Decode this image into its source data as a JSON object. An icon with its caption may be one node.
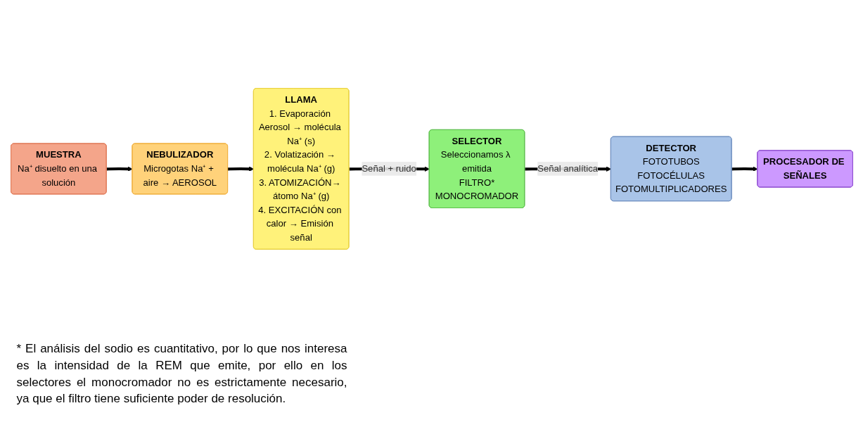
{
  "diagram": {
    "nodes": [
      {
        "text": [
          "MUESTRA",
          "Na⁺ disuelto en una solución"
        ]
      },
      {
        "text": [
          "NEBULIZADOR",
          "Microgotas Na⁺ + aire → AEROSOL"
        ]
      },
      {
        "text": [
          "LLAMA",
          "1. Evaporación Aerosol → molécula Na⁺ (s)",
          "2. Volatización → molécula Na⁺ (g)",
          "3. ATOMIZACIÓN→ átomo Na⁺ (g)",
          "4. EXCITACIÓN con calor → Emisión señal"
        ]
      },
      {
        "text": [
          "SELECTOR",
          "Seleccionamos λ emitida",
          "FILTRO*",
          "MONOCROMADOR"
        ]
      },
      {
        "text": [
          "DETECTOR",
          "FOTOTUBOS",
          "FOTOCÉLULAS",
          "FOTOMULTIPLICADORES"
        ]
      },
      {
        "text": [
          "PROCESADOR DE SEÑALES"
        ]
      }
    ],
    "edges": [
      {
        "from": 0,
        "to": 1,
        "arrow": "to"
      },
      {
        "from": 1,
        "to": 2,
        "arrow": "to"
      },
      {
        "from": 2,
        "to": 3,
        "arrow": "to",
        "label": "Señal + ruido"
      },
      {
        "from": 3,
        "to": 4,
        "arrow": "to",
        "label": "Señal analítica"
      },
      {
        "from": 4,
        "to": 5,
        "arrow": "to"
      }
    ],
    "labels": [
      "* El análisis del sodio es cuantitativo, por lo que nos interesa es la intensidad de la REM que emite, por ello en los selectores el monocromador no es estrictamente necesario, ya que el filtro tiene suficiente poder de resolución."
    ]
  }
}
